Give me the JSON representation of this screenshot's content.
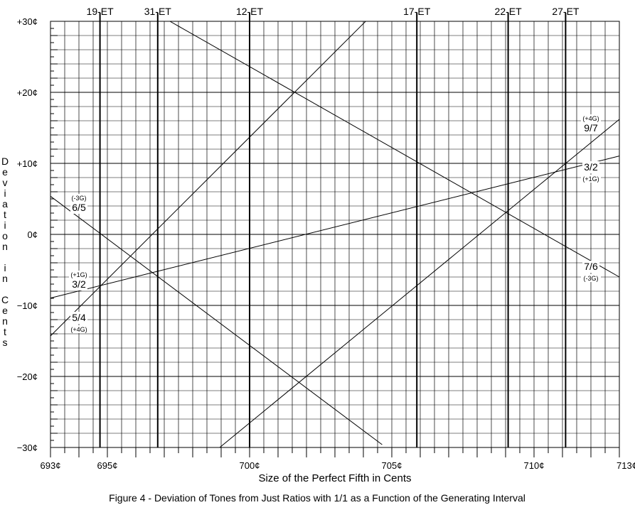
{
  "chart_data": {
    "type": "line",
    "caption": "Figure 4 - Deviation of Tones from Just Ratios with 1/1 as a Function of the Generating Interval",
    "xlabel": "Size of the Perfect Fifth in Cents",
    "ylabel": "Deviation in Cents",
    "xlim": [
      693,
      713
    ],
    "ylim": [
      -30,
      30
    ],
    "x_tick_labels": [
      {
        "value": 693,
        "label": "693¢"
      },
      {
        "value": 695,
        "label": "695¢"
      },
      {
        "value": 700,
        "label": "700¢"
      },
      {
        "value": 705,
        "label": "705¢"
      },
      {
        "value": 710,
        "label": "710¢"
      },
      {
        "value": 713,
        "label": "713¢"
      }
    ],
    "y_tick_labels": [
      {
        "value": 30,
        "label": "+30¢"
      },
      {
        "value": 20,
        "label": "+20¢"
      },
      {
        "value": 10,
        "label": "+10¢"
      },
      {
        "value": 0,
        "label": "0¢"
      },
      {
        "value": -10,
        "label": "−10¢"
      },
      {
        "value": -20,
        "label": "−20¢"
      },
      {
        "value": -30,
        "label": "−30¢"
      }
    ],
    "minor_x_step": 0.5,
    "minor_y_step": 2,
    "grid": true,
    "equal_temperaments": [
      {
        "label": "19-ET",
        "x": 694.74
      },
      {
        "label": "31-ET",
        "x": 696.77
      },
      {
        "label": "12-ET",
        "x": 700.0
      },
      {
        "label": "17-ET",
        "x": 705.88
      },
      {
        "label": "22-ET",
        "x": 709.09
      },
      {
        "label": "27-ET",
        "x": 711.11
      }
    ],
    "series": [
      {
        "name": "3/2",
        "values": [
          [
            693,
            -8.96
          ],
          [
            713,
            11.04
          ]
        ],
        "labels": [
          {
            "ratio": "3/2",
            "steps": "(+1G)",
            "x": 694.0,
            "y": -7.0,
            "steps_above": true
          },
          {
            "ratio": "3/2",
            "steps": "(+1G)",
            "x": 712.0,
            "y": 9.0,
            "steps_above": false
          }
        ]
      },
      {
        "name": "9/7",
        "values": [
          [
            698.95,
            -30
          ],
          [
            713,
            16.2
          ]
        ],
        "labels": [
          {
            "ratio": "9/7",
            "steps": "(+4G)",
            "x": 712.0,
            "y": 15.0,
            "steps_above": true
          }
        ]
      },
      {
        "name": "5/4",
        "values": [
          [
            693,
            -14.3
          ],
          [
            704.08,
            30
          ]
        ],
        "labels": [
          {
            "ratio": "5/4",
            "steps": "(+4G)",
            "x": 694.0,
            "y": -12.2,
            "steps_above": false
          }
        ]
      },
      {
        "name": "6/5",
        "values": [
          [
            693,
            5.37
          ],
          [
            704.66,
            -29.6
          ]
        ],
        "labels": [
          {
            "ratio": "6/5",
            "steps": "(-3G)",
            "x": 694.0,
            "y": 3.8,
            "steps_above": true
          }
        ]
      },
      {
        "name": "7/6",
        "values": [
          [
            697.2,
            30
          ],
          [
            713,
            -6.0
          ]
        ],
        "labels": [
          {
            "ratio": "7/6",
            "steps": "(-3G)",
            "x": 712.0,
            "y": -5.0,
            "steps_above": false
          }
        ]
      }
    ]
  }
}
